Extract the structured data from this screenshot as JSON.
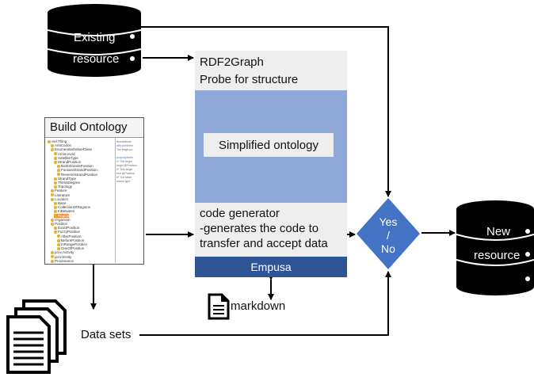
{
  "existing_resource": {
    "line1": "Existing",
    "line2": "resource"
  },
  "new_resource": {
    "line1": "New",
    "line2": "resource"
  },
  "pipeline": {
    "top_line1": "RDF2Graph",
    "top_line2": "Probe for structure",
    "middle": "Simplified ontology",
    "bottom_line1": "code generator",
    "bottom_line2": "-generates the code to",
    "bottom_line3": "transfer and accept data",
    "footer": "Empusa"
  },
  "ontology": {
    "title": "Build Ontology",
    "tree": [
      "owl:Thing",
      "AntiCodon",
      "EnumeratedValueClass",
      "AminoAcid",
      "SatelliteType",
      "StrandPosition",
      "BothStrandsPosition",
      "ForwardStrandPosition",
      "ReverseStrandPosition",
      "StrandType",
      "ThesisDegree",
      "Topology",
      "Feature",
      "Literature",
      "Location",
      "Base",
      "CollectionOfRegions",
      "InBetween",
      "Region",
      "Organism",
      "Position",
      "ExactPosition",
      "FuzzyPosition",
      "AfterPosition",
      "BeforePosition",
      "InRangePosition",
      "OneOfPosition",
      "prov:Activity",
      "prov:Entity",
      "Provenance"
    ],
    "selected_item": "Region",
    "annotations": [
      "Annotations",
      "rdfs:comment",
      "The begin po",
      "",
      "propertyDefin",
      "#* The begin",
      "begin @Position",
      "#* This begin",
      "end @Position",
      "#* The stran",
      "strand type"
    ]
  },
  "decision": {
    "yes": "Yes",
    "slash": "/",
    "no": "No"
  },
  "markdown_label": "markdown",
  "datasets_label": "Data sets",
  "colors": {
    "pipeline_blue": "#8ea9d8",
    "empusa_blue": "#2f5597",
    "diamond_blue": "#4472c4",
    "database": "#000000",
    "light_box": "#eeeeee"
  },
  "icons": [
    "database-icon",
    "document-icon",
    "documents-stack-icon",
    "arrow"
  ]
}
